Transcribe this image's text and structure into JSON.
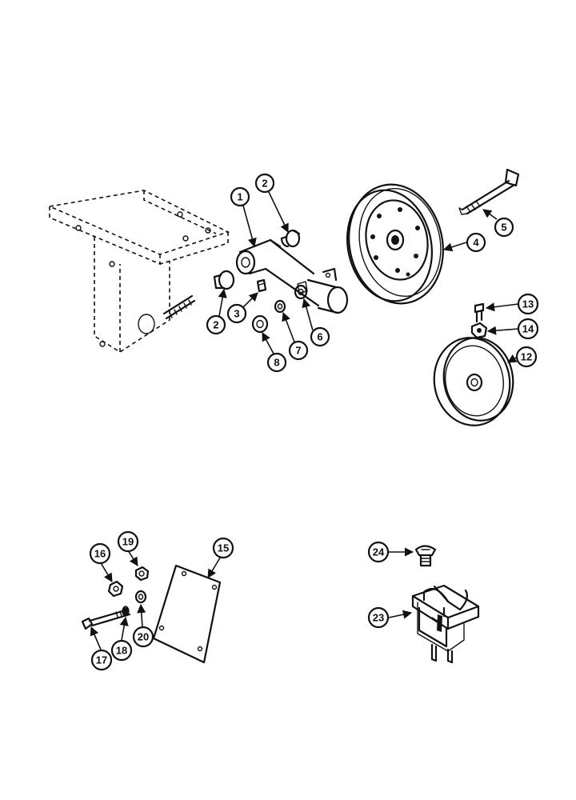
{
  "callouts": {
    "c1": "1",
    "c2a": "2",
    "c2b": "2",
    "c3": "3",
    "c4": "4",
    "c5": "5",
    "c6": "6",
    "c7": "7",
    "c8": "8",
    "c12": "12",
    "c13": "13",
    "c14": "14",
    "c15": "15",
    "c16": "16",
    "c17": "17",
    "c18": "18",
    "c19": "19",
    "c20": "20",
    "c23": "23",
    "c24": "24"
  }
}
